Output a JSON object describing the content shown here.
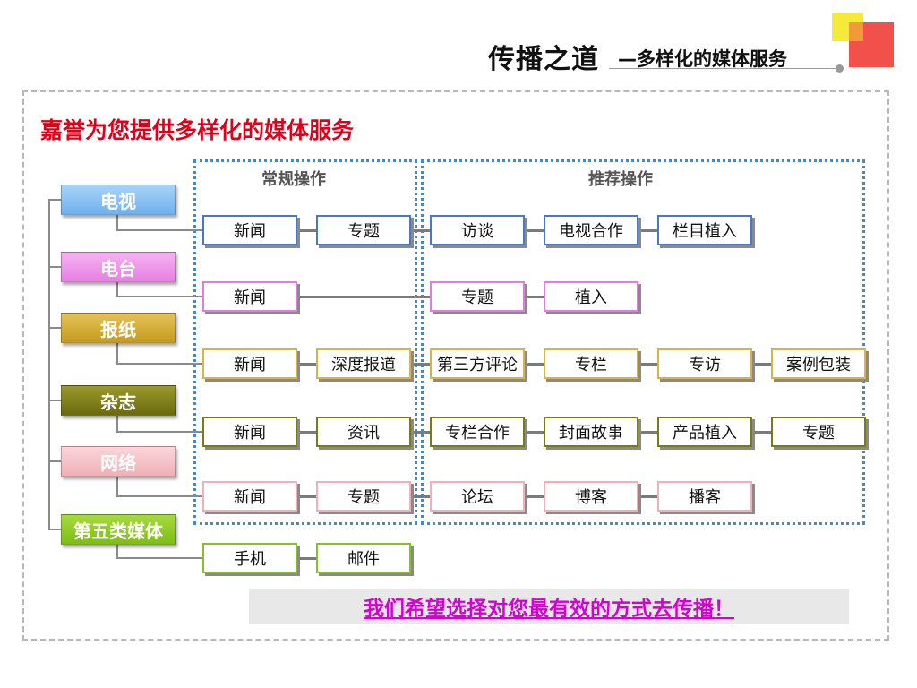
{
  "header": {
    "title": "传播之道",
    "subtitle": "—多样化的媒体服务"
  },
  "section_heading": "嘉誉为您提供多样化的媒体服务",
  "groups": {
    "regular": "常规操作",
    "recommended": "推荐操作"
  },
  "media": [
    {
      "label": "电视",
      "items": [
        "新闻",
        "专题",
        "访谈",
        "电视合作",
        "栏目植入"
      ]
    },
    {
      "label": "电台",
      "items": [
        "新闻",
        "专题",
        "植入"
      ]
    },
    {
      "label": "报纸",
      "items": [
        "新闻",
        "深度报道",
        "第三方评论",
        "专栏",
        "专访",
        "案例包装"
      ]
    },
    {
      "label": "杂志",
      "items": [
        "新闻",
        "资讯",
        "专栏合作",
        "封面故事",
        "产品植入",
        "专题"
      ]
    },
    {
      "label": "网络",
      "items": [
        "新闻",
        "专题",
        "论坛",
        "博客",
        "播客"
      ]
    },
    {
      "label": "第五类媒体",
      "items": [
        "手机",
        "邮件"
      ]
    }
  ],
  "footer": "我们希望选择对您最有效的方式去传播！",
  "colors": {
    "heading_red": "#e0001a",
    "footer_magenta": "#d400d4",
    "group_border_blue": "#2f8fe0"
  }
}
